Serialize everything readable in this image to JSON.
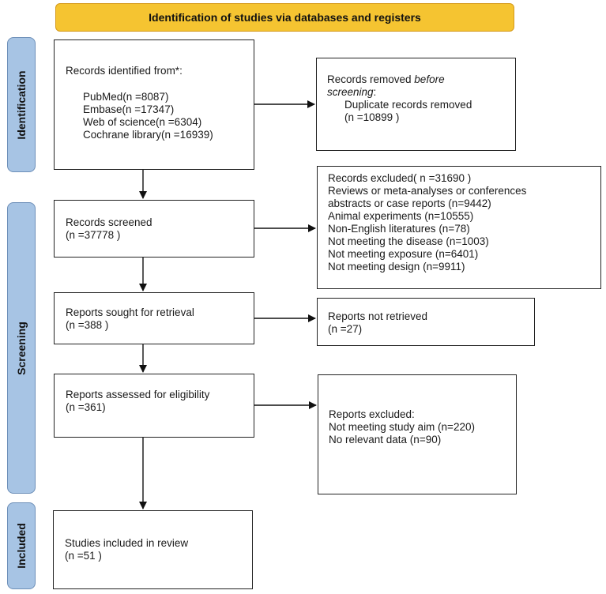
{
  "header": {
    "title": "Identification of studies via databases and registers"
  },
  "phases": {
    "identification": "Identification",
    "screening": "Screening",
    "included": "Included"
  },
  "identified": {
    "title": "Records identified from*:",
    "sources": [
      "PubMed(n =8087)",
      "Embase(n =17347)",
      "Web of science(n =6304)",
      "Cochrane library(n =16939)"
    ]
  },
  "removed": {
    "line1_prefix": "Records removed ",
    "line1_emphasis": "before",
    "line2_emphasis": "screening",
    "line2_suffix": ":",
    "duplicates": "Duplicate records removed",
    "count": "(n =10899 )"
  },
  "screened": {
    "label": "Records screened",
    "count": "(n =37778 )"
  },
  "excluded": {
    "lines": [
      "Records excluded( n =31690 )",
      "Reviews or meta-analyses or conferences",
      "abstracts or case reports (n=9442)",
      "Animal experiments (n=10555)",
      "Non-English literatures (n=78)",
      "Not meeting the disease (n=1003)",
      "Not meeting exposure  (n=6401)",
      "Not meeting design  (n=9911)"
    ]
  },
  "sought": {
    "label": "Reports sought for retrieval",
    "count": "(n =388 )"
  },
  "not_retrieved": {
    "label": "Reports not retrieved",
    "count": "(n =27)"
  },
  "assessed": {
    "label": "Reports assessed for eligibility",
    "count": "(n =361)"
  },
  "reports_excluded": {
    "title": "Reports excluded:",
    "reasons": [
      "Not meeting study aim (n=220)",
      "No relevant data (n=90)"
    ]
  },
  "included_box": {
    "label": "Studies included in review",
    "count": "(n =51 )"
  }
}
